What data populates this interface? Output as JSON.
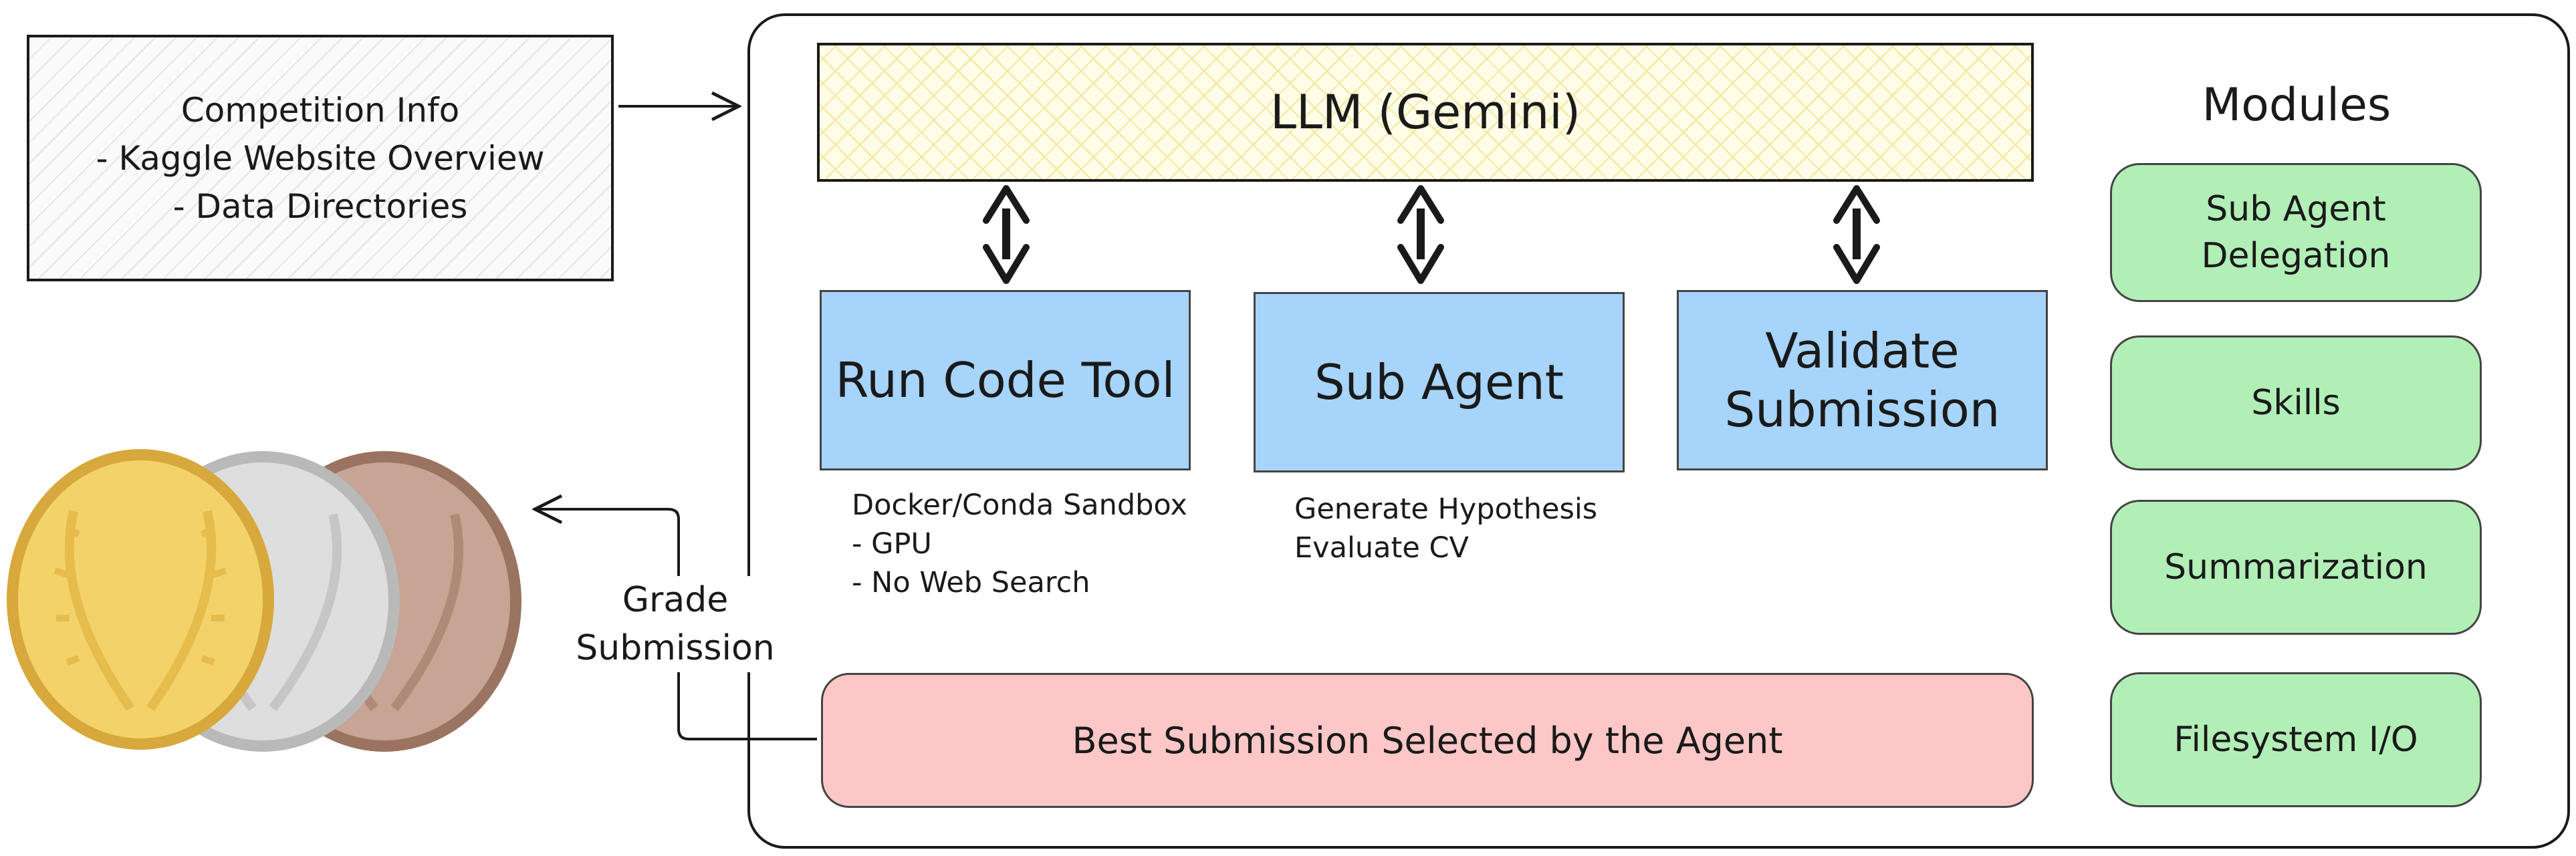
{
  "competition": {
    "title": "Competition Info",
    "items": [
      "- Kaggle Website Overview",
      "- Data Directories"
    ]
  },
  "llm": {
    "label": "LLM (Gemini)"
  },
  "tools": {
    "run_code": {
      "label": "Run Code Tool",
      "notes": [
        "Docker/Conda Sandbox",
        "- GPU",
        "- No Web Search"
      ]
    },
    "sub_agent": {
      "label": "Sub Agent",
      "notes": [
        "Generate Hypothesis",
        "Evaluate CV"
      ]
    },
    "validate": {
      "label_lines": [
        "Validate",
        "Submission"
      ]
    }
  },
  "best_submission": {
    "label": "Best Submission Selected by the Agent"
  },
  "modules": {
    "title": "Modules",
    "items": [
      {
        "lines": [
          "Sub Agent",
          "Delegation"
        ]
      },
      {
        "lines": [
          "Skills"
        ]
      },
      {
        "lines": [
          "Summarization"
        ]
      },
      {
        "lines": [
          "Filesystem I/O"
        ]
      }
    ]
  },
  "grade": {
    "lines": [
      "Grade",
      "Submission"
    ]
  },
  "medals": [
    {
      "name": "gold",
      "fill": "#f4d26a",
      "rim": "#d7a83c",
      "leaf": "#e6bc4c"
    },
    {
      "name": "silver",
      "fill": "#dedede",
      "rim": "#b9b9b9",
      "leaf": "#c6c6c6"
    },
    {
      "name": "bronze",
      "fill": "#c7a493",
      "rim": "#9a7461",
      "leaf": "#b08a78"
    }
  ],
  "colors": {
    "tool_blue": "#a6d4fa",
    "module_green": "#b1efb7",
    "best_pink": "#fdc7c7",
    "llm_yellow": "#fffde8"
  }
}
